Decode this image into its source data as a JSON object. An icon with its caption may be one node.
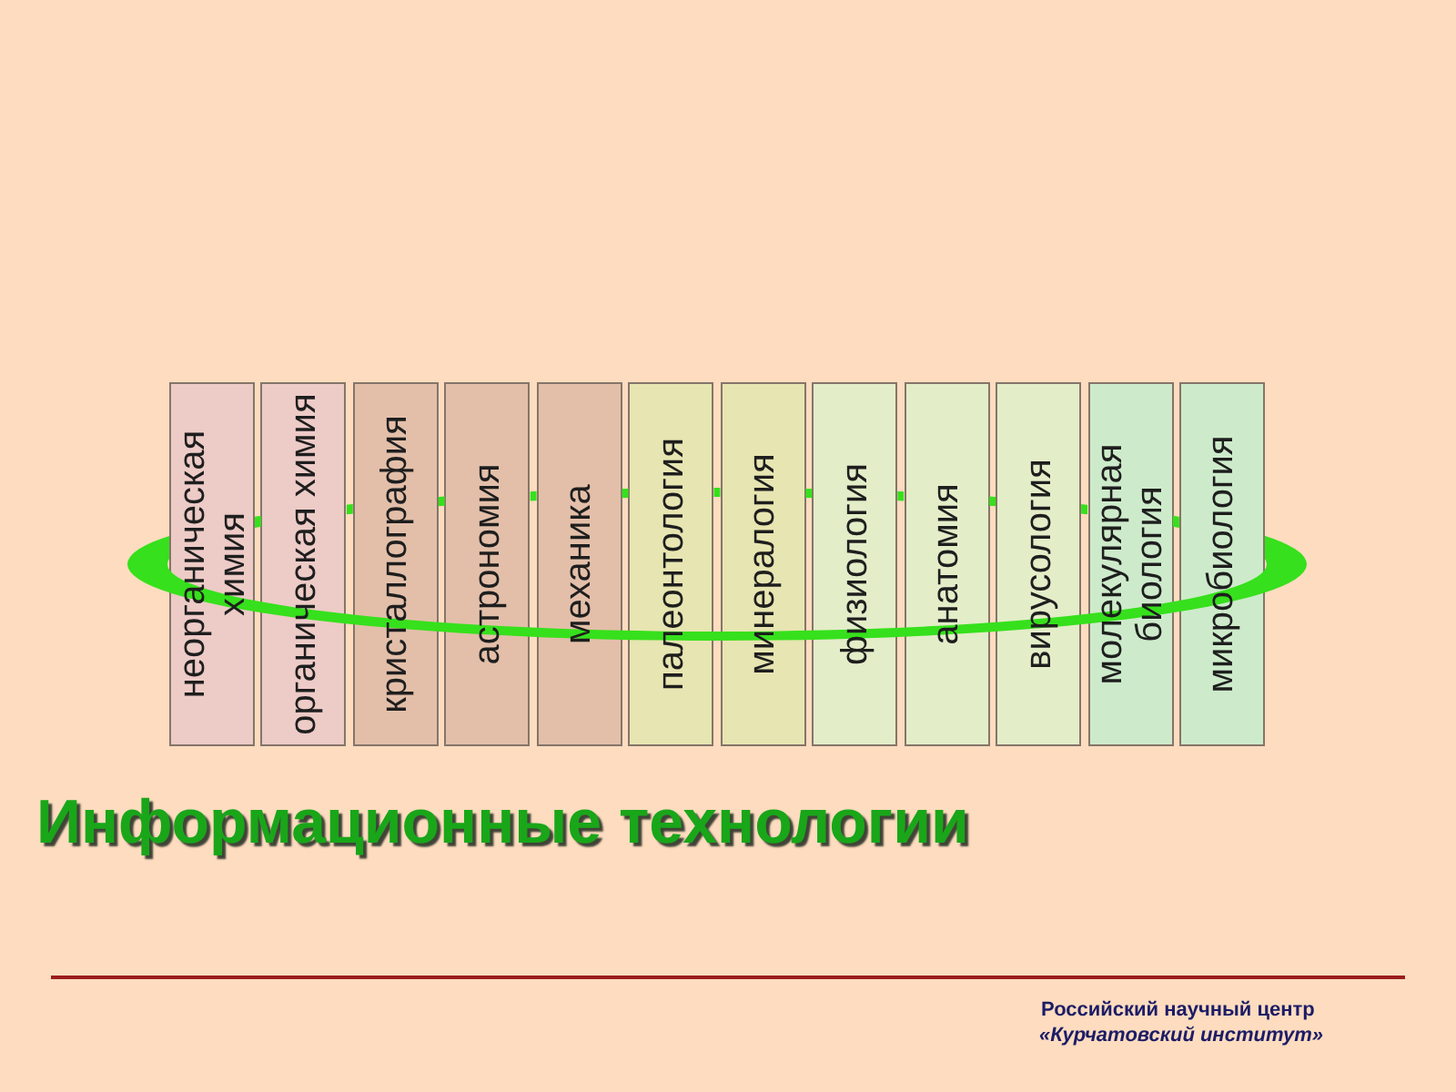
{
  "diagram": {
    "title": "Информационные технологии",
    "nodes": [
      {
        "text": [
          "неорганическая химия"
        ]
      },
      {
        "text": [
          "органическая химия"
        ]
      },
      {
        "text": [
          "кристаллография"
        ]
      },
      {
        "text": [
          "астрономия"
        ]
      },
      {
        "text": [
          "механика"
        ]
      },
      {
        "text": [
          "палеонтология"
        ]
      },
      {
        "text": [
          "минералогия"
        ]
      },
      {
        "text": [
          "физиология"
        ]
      },
      {
        "text": [
          "анатомия"
        ]
      },
      {
        "text": [
          "вирусология"
        ]
      },
      {
        "text": [
          "молекулярная биология"
        ]
      },
      {
        "text": [
          "микробиология"
        ]
      }
    ],
    "labels": [
      "Российский научный центр",
      "«Курчатовский институт»"
    ]
  }
}
